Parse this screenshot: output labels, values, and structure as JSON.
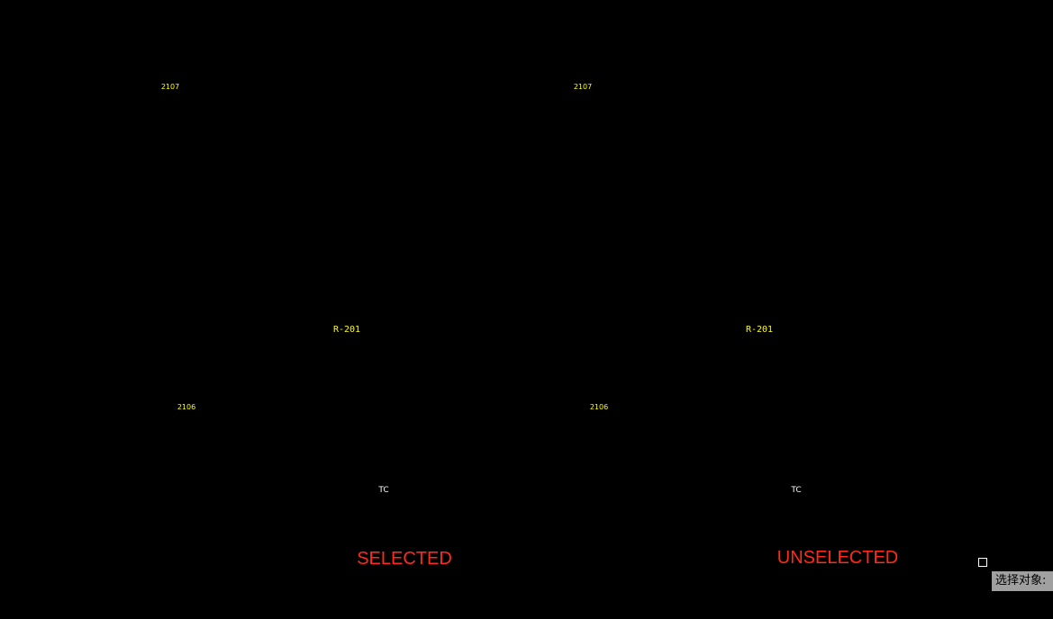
{
  "drawing": {
    "equipment_tag": "R-201",
    "line_tag_top": "2107",
    "line_tag_feed": "2106",
    "instrument": "TC"
  },
  "labels": {
    "selected": "SELECTED",
    "unselected": "UNSELECTED"
  },
  "command_prompt": "选择对象:",
  "colors": {
    "vessel": "#00ff00",
    "annotation": "#ffff00",
    "arrow": "#ffffff",
    "label": "#ff2a1a",
    "signal": "#ffa000"
  }
}
